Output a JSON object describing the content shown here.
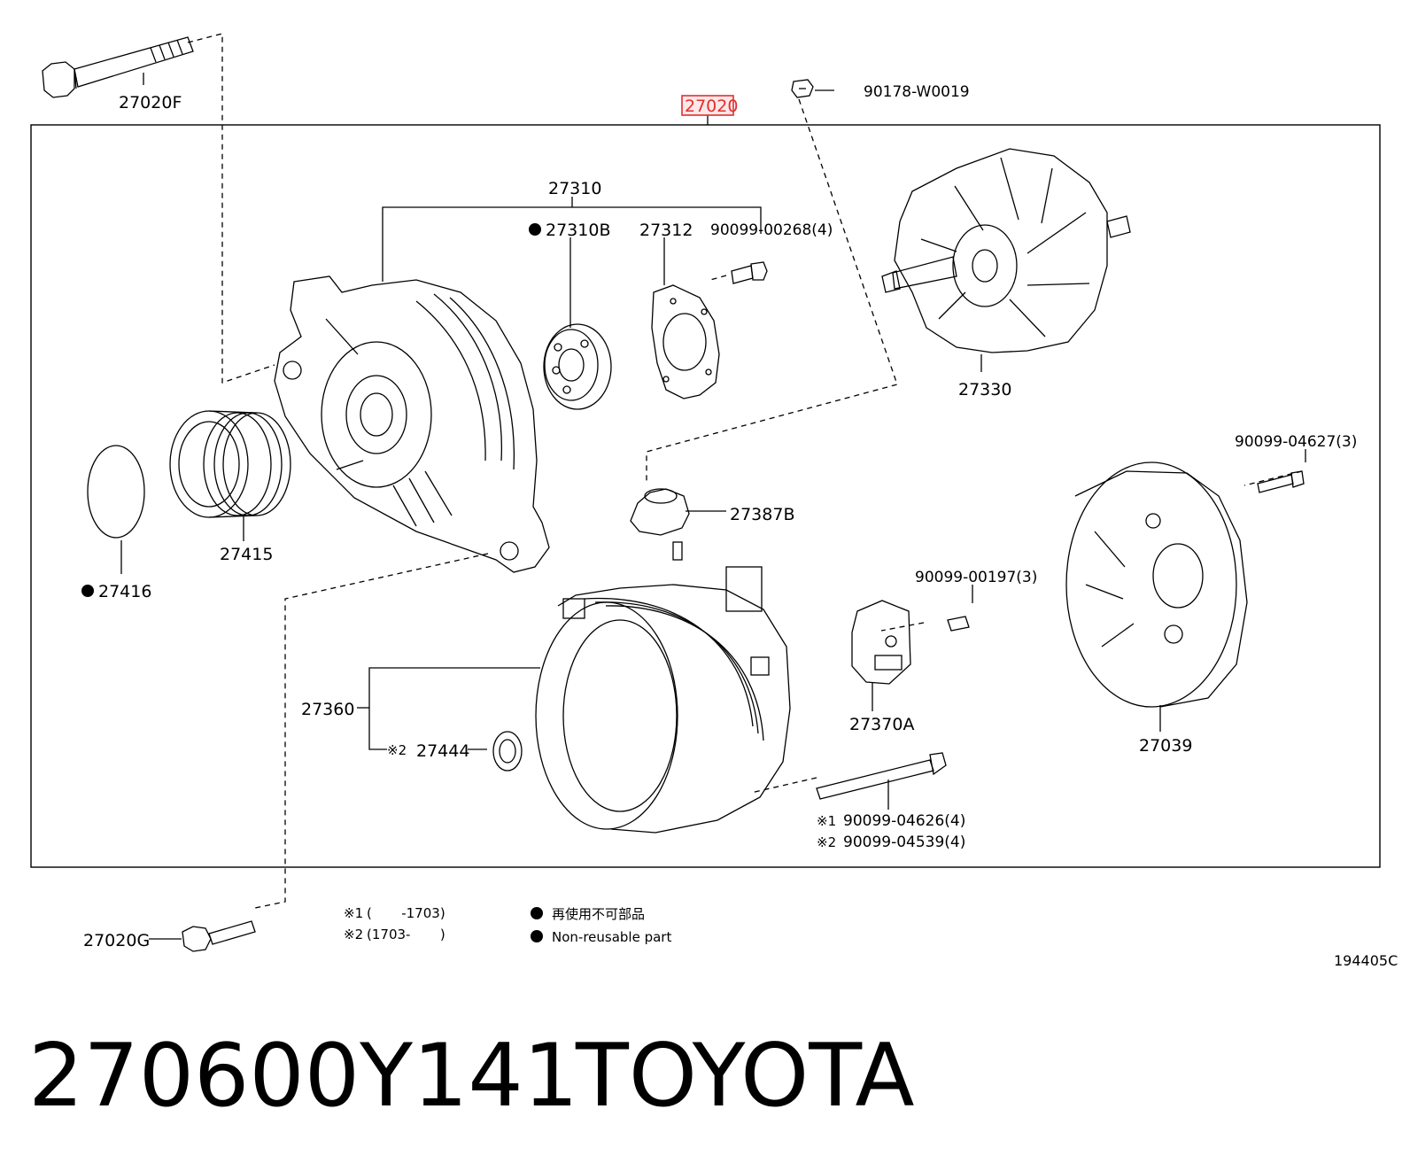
{
  "diagram": {
    "labels": {
      "l27020F": "27020F",
      "l27020": "27020",
      "l90178": "90178-W0019",
      "l27310": "27310",
      "l27310B": "27310B",
      "l27312": "27312",
      "l90099_00268": "90099-00268(4)",
      "l27330": "27330",
      "l90099_04627": "90099-04627(3)",
      "l27387B": "27387B",
      "l27415": "27415",
      "l27416": "27416",
      "l90099_00197": "90099-00197(3)",
      "l27360": "27360",
      "l27444": "27444",
      "l27370A": "27370A",
      "l27039": "27039",
      "l90099_04626": "90099-04626(4)",
      "l90099_04539": "90099-04539(4)",
      "l27020G": "27020G"
    },
    "marks": {
      "m1": "※1",
      "m2": "※2",
      "m2b": "※2"
    },
    "notes": {
      "n1_mark": "※1",
      "n1_text": "(       -1703)",
      "n2_mark": "※2",
      "n2_text": "(1703-       )",
      "legend_jp": "再使用不可部品",
      "legend_en": "Non-reusable part"
    },
    "diagram_code": "194405C",
    "highlight_color": "#e03030"
  },
  "footer": {
    "part_number": "270600Y141",
    "brand": "TOYOTA"
  }
}
